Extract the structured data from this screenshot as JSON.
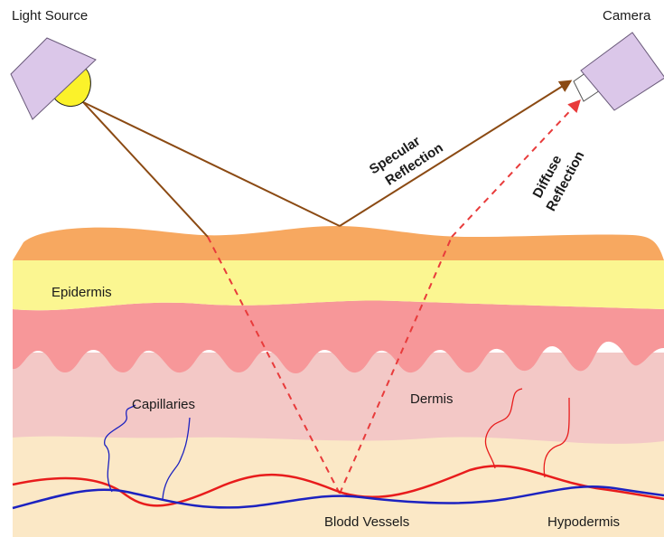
{
  "labels": {
    "light_source": "Light Source",
    "camera": "Camera",
    "specular_line1": "Specular",
    "specular_line2": "Reflection",
    "diffuse_line1": "Diffuse",
    "diffuse_line2": "Reflection",
    "epidermis": "Epidermis",
    "dermis": "Dermis",
    "capillaries": "Capillaries",
    "blood_vessels": "Blodd Vessels",
    "hypodermis": "Hypodermis"
  },
  "colors": {
    "skin_surface": "#f7a860",
    "epidermis": "#fbf691",
    "dermis_upper": "#f79799",
    "dermis_lower": "#f3c8c6",
    "hypodermis": "#fbe8c6",
    "specular_ray": "#8b4a13",
    "diffuse_ray": "#e83b3b",
    "vessel_red": "#e81c1c",
    "vessel_blue": "#1c22c0",
    "device_body": "#dbc7e9",
    "lamp_bulb": "#fbf22a"
  }
}
